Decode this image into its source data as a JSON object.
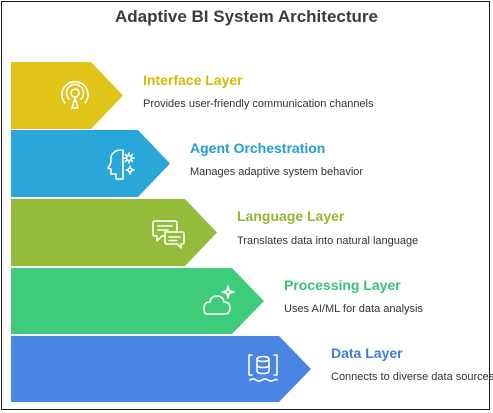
{
  "title": "Adaptive BI System Architecture",
  "layers": [
    {
      "title": "Interface Layer",
      "description": "Provides user-friendly communication channels",
      "color": "#e0c41a",
      "title_color": "#d8b800",
      "icon": "broadcast-icon"
    },
    {
      "title": "Agent Orchestration",
      "description": "Manages adaptive system behavior",
      "color": "#29a7d8",
      "title_color": "#22a0d6",
      "icon": "robot-gear-icon"
    },
    {
      "title": "Language Layer",
      "description": "Translates data into natural language",
      "color": "#95bb3a",
      "title_color": "#8fb92e",
      "icon": "chat-bubbles-icon"
    },
    {
      "title": "Processing Layer",
      "description": "Uses AI/ML for data analysis",
      "color": "#3ecb7a",
      "title_color": "#34c270",
      "icon": "cloud-sparkle-icon"
    },
    {
      "title": "Data Layer",
      "description": "Connects to diverse data sources",
      "color": "#4a84e4",
      "title_color": "#3f7ae0",
      "icon": "database-icon"
    }
  ]
}
